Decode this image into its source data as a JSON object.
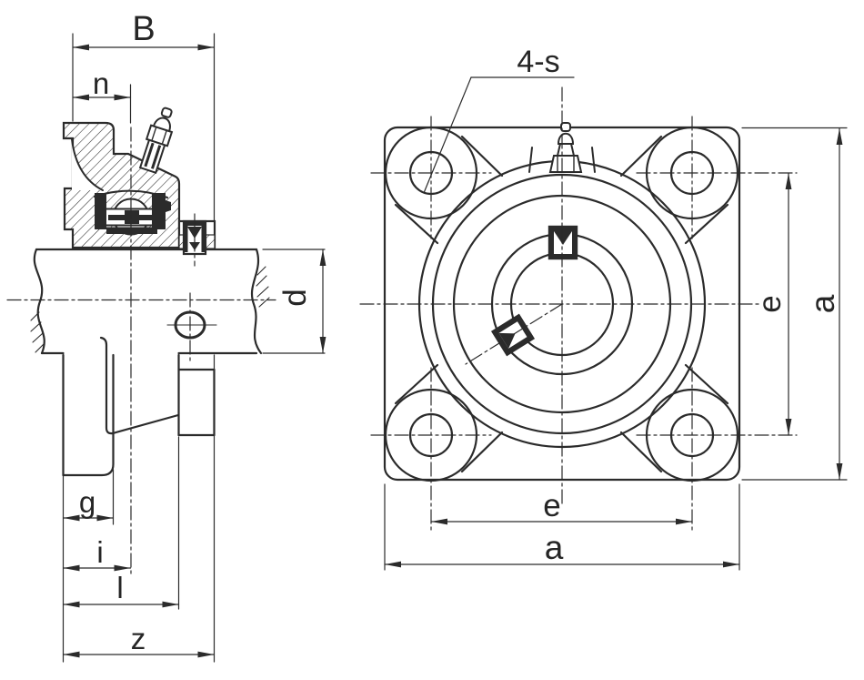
{
  "page": {
    "title": "Four-bolt flange bearing unit technical drawing",
    "background": "#ffffff",
    "line_color": "#2b2b2b"
  },
  "views": {
    "side_section": {
      "name": "side cross-section view",
      "dims": {
        "B": "B",
        "n": "n",
        "d": "d",
        "g": "g",
        "i": "i",
        "l": "l",
        "z": "z"
      }
    },
    "front": {
      "name": "front flange view",
      "dims": {
        "bolt_note": "4-s",
        "e_right": "e",
        "a_right": "a",
        "e_bottom": "e",
        "a_bottom": "a"
      }
    }
  }
}
